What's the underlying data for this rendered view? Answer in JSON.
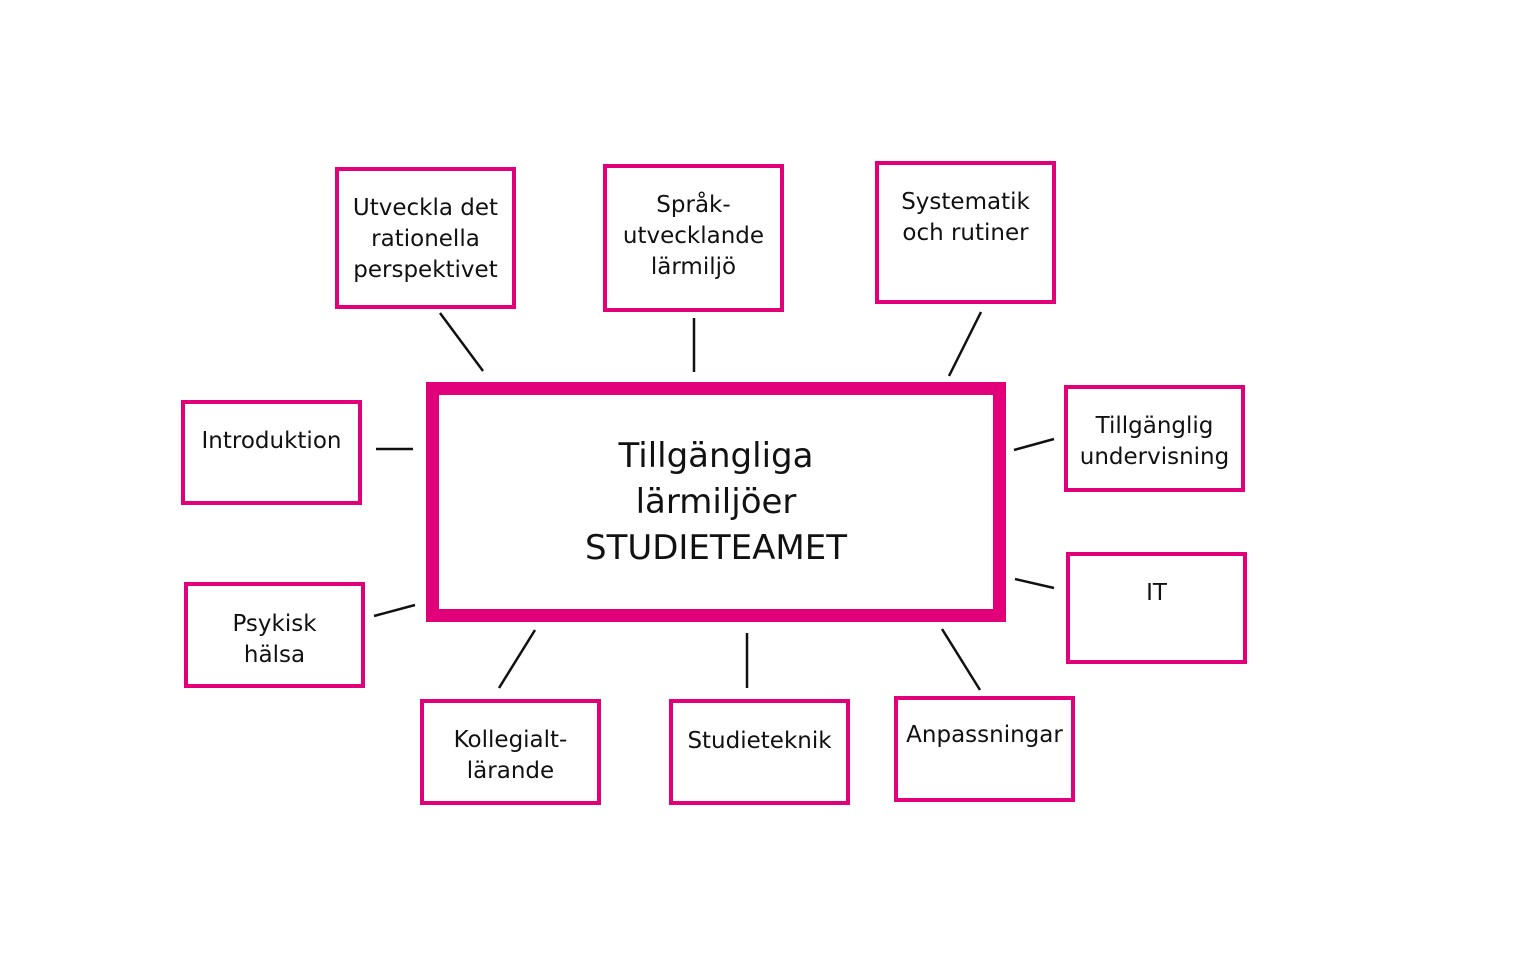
{
  "center": {
    "label": "Tillgängliga\nlärmiljöer\nSTUDIETEAMET"
  },
  "nodes": {
    "utveckla": "Utveckla det\nrationella\nperspektivet",
    "sprak": "Språk-\nutvecklande\nlärmiljö",
    "systematik": "Systematik\noch rutiner",
    "tillganglig": "Tillgänglig\nundervisning",
    "it": "IT",
    "anpassningar": "Anpassningar",
    "studieteknik": "Studieteknik",
    "kollegialt": "Kollegialt-\nlärande",
    "psykisk": "Psykisk\nhälsa",
    "introduktion": "Introduktion"
  },
  "colors": {
    "accent": "#e2007a",
    "connector": "#111111",
    "text": "#111111",
    "background": "#ffffff"
  }
}
